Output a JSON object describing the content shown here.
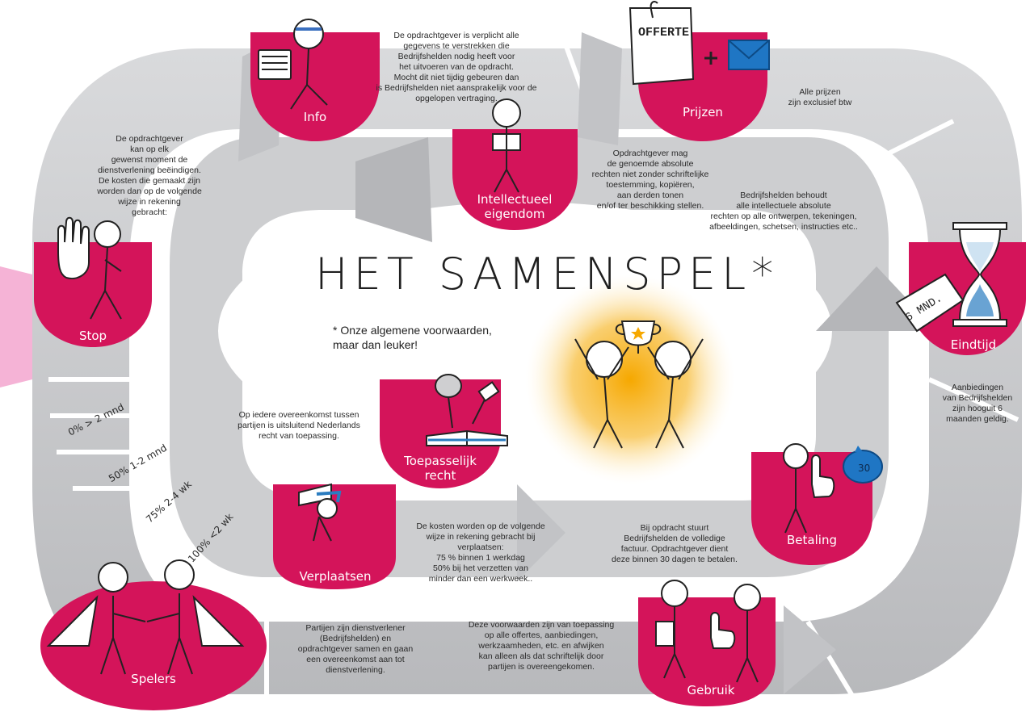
{
  "title": "HET SAMENSPEL*",
  "subtitle": "* Onze algemene voorwaarden,\nmaar dan leuker!",
  "colors": {
    "magenta": "#d4145a",
    "gray": "#c9cacc",
    "dark_gray": "#a9aaad",
    "gold": "#f7b52c"
  },
  "badges": {
    "info": "Info",
    "prijzen": "Prijzen",
    "intellectueel": "Intellectueel\neigendom",
    "stop": "Stop",
    "eindtijd": "Eindtijd",
    "toepasselijk": "Toepasselijk\nrecht",
    "betaling": "Betaling",
    "verplaatsen": "Verplaatsen",
    "spelers": "Spelers",
    "gebruik": "Gebruik"
  },
  "texts": {
    "info": "De opdrachtgever is verplicht alle\ngegevens te verstrekken die\nBedrijfshelden nodig heeft voor\nhet uitvoeren van de opdracht.\nMocht dit niet tijdig gebeuren dan\nis Bedrijfshelden niet aansprakelijk voor de\nopgelopen vertraging.",
    "prijzen": "Alle prijzen\nzijn exclusief btw",
    "intellectueel": "Opdrachtgever mag\nde genoemde absolute\nrechten niet zonder schriftelijke\ntoestemming, kopiëren,\naan derden tonen\nen/of ter beschikking stellen.",
    "eigendom": "Bedrijfshelden behoudt\nalle intellectuele absolute\nrechten op alle ontwerpen, tekeningen,\nafbeeldingen, schetsen, instructies etc..",
    "stop": "De opdrachtgever\nkan op elk\ngewenst moment de\ndienstverlening beëindigen.\nDe kosten die gemaakt zijn\nworden  dan op de volgende\nwijze in rekening\ngebracht:",
    "eindtijd": "Aanbiedingen\nvan Bedrijfshelden\nzijn hooguit 6\nmaanden geldig.",
    "toepasselijk": "Op iedere overeenkomst tussen\npartijen is uitsluitend Nederlands\nrecht van toepassing.",
    "betaling": "Bij opdracht stuurt\nBedrijfshelden de volledige\nfactuur. Opdrachtgever dient\ndeze binnen 30 dagen te betalen.",
    "verplaatsen": "De kosten worden op de volgende\nwijze in rekening gebracht bij\nverplaatsen:\n75 % binnen 1 werkdag\n50% bij het verzetten van\nminder dan een werkweek..",
    "spelers": "Partijen zijn dienstverlener\n(Bedrijfshelden) en\nopdrachtgever samen en gaan\neen overeenkomst aan tot\ndienstverlening.",
    "gebruik": "Deze voorwaarden zijn van toepassing\nop alle offertes, aanbiedingen,\nwerkzaamheden, etc. en afwijken\nkan alleen als dat schriftelijk door\npartijen is overeengekomen."
  },
  "stop_tiers": [
    "0% > 2 mnd",
    "50% 1-2 mnd",
    "75% 2-4 wk",
    "100% <2 wk"
  ],
  "offerte_label": "OFFERTE",
  "tag_label": "6 MND.",
  "piggy_label": "30",
  "icons": [
    "paper-stack-icon",
    "offerte-document-icon",
    "envelope-icon",
    "book-icon",
    "stop-hand-icon",
    "hourglass-icon",
    "gavel-book-icon",
    "piggy-bank-icon",
    "trophy-icon",
    "handshake-heroes-icon",
    "thumbs-up-icon"
  ]
}
